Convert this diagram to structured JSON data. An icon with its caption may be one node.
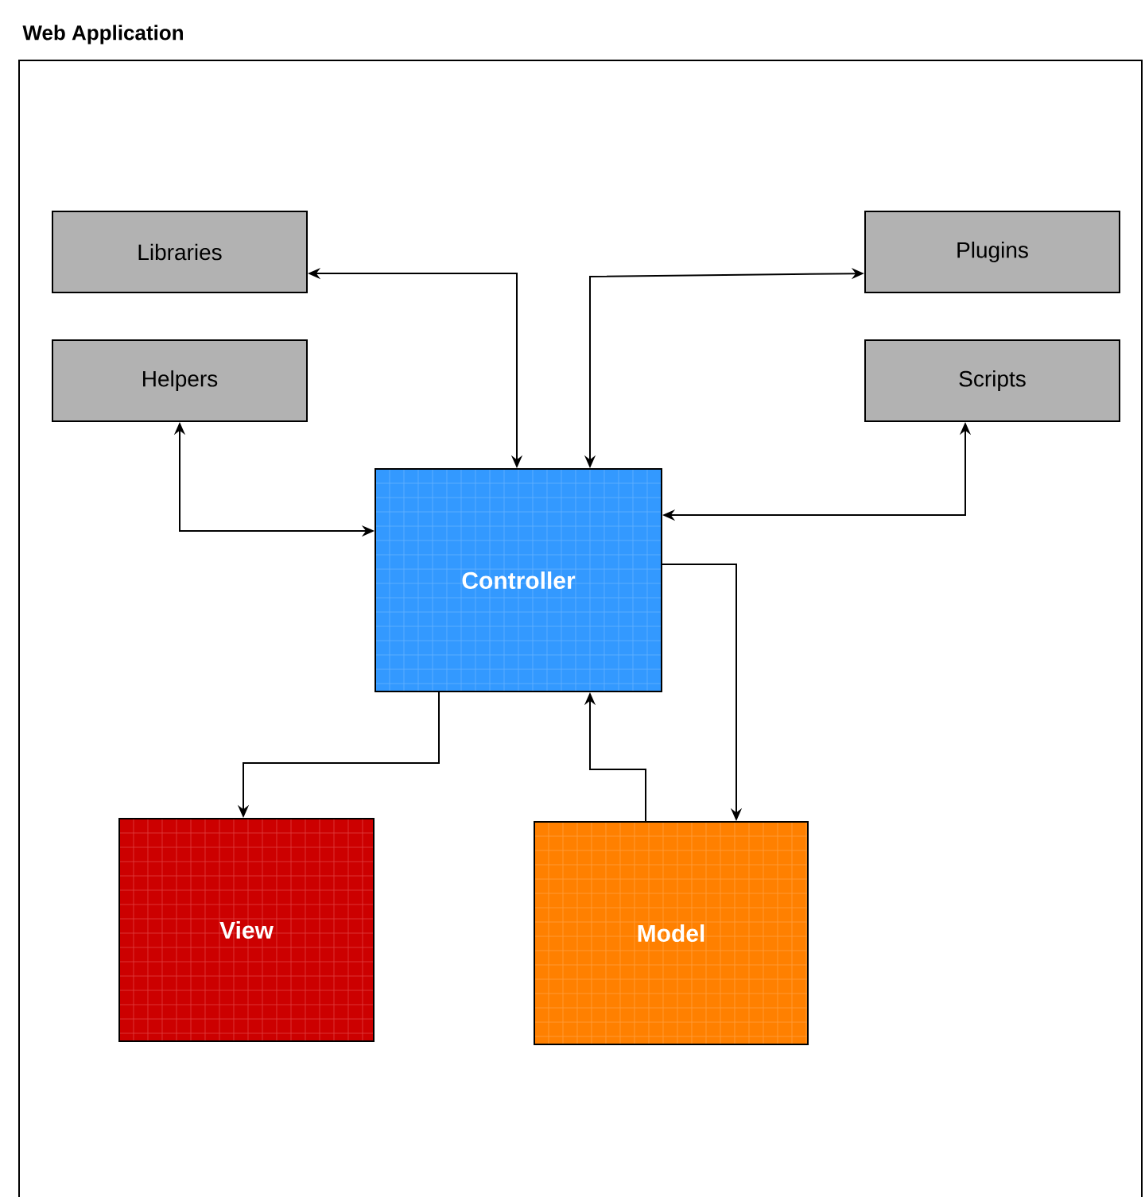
{
  "diagram": {
    "nodes": [
      {
        "text": [
          "Web Application"
        ]
      },
      {
        "text": [
          "Libraries"
        ],
        "in": 0
      },
      {
        "text": [
          "Plugins"
        ],
        "in": 0
      },
      {
        "text": [
          "Helpers"
        ],
        "in": 0
      },
      {
        "text": [
          "Scripts"
        ],
        "in": 0
      },
      {
        "text": [
          "Controller"
        ],
        "in": 0
      },
      {
        "text": [
          "View"
        ],
        "in": 0
      },
      {
        "text": [
          "Model"
        ],
        "in": 0
      }
    ],
    "edges": [
      {
        "from": 1,
        "to": 5,
        "arrow": "both"
      },
      {
        "from": 2,
        "to": 5,
        "arrow": "both"
      },
      {
        "from": 3,
        "to": 5,
        "arrow": "both"
      },
      {
        "from": 4,
        "to": 5,
        "arrow": "both"
      },
      {
        "from": 5,
        "to": 6,
        "arrow": "to"
      },
      {
        "from": 5,
        "to": 7,
        "arrow": "to"
      },
      {
        "from": 7,
        "to": 5,
        "arrow": "to"
      }
    ]
  }
}
